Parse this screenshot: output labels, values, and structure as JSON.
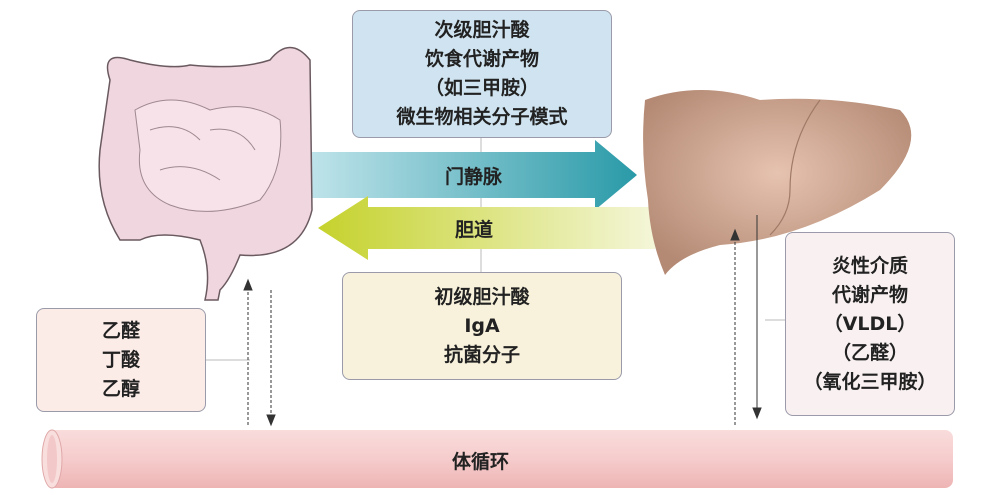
{
  "top_box": {
    "lines": [
      "次级胆汁酸",
      "饮食代谢产物",
      "（如三甲胺）",
      "微生物相关分子模式"
    ]
  },
  "portal_vein": {
    "label": "门静脉",
    "color": "#3aa6b5"
  },
  "bile_duct": {
    "label": "胆道",
    "color": "#c8d43a"
  },
  "middle_box": {
    "lines": [
      "初级胆汁酸",
      "IgA",
      "抗菌分子"
    ]
  },
  "left_box": {
    "lines": [
      "乙醛",
      "丁酸",
      "乙醇"
    ]
  },
  "right_box": {
    "lines": [
      "炎性介质",
      "代谢产物",
      "（VLDL）",
      "（乙醛）",
      "（氧化三甲胺）"
    ]
  },
  "circulation": {
    "label": "体循环",
    "color": "#f4c4c4"
  },
  "organs": {
    "intestine": "intestine-illustration",
    "liver": "liver-illustration"
  }
}
